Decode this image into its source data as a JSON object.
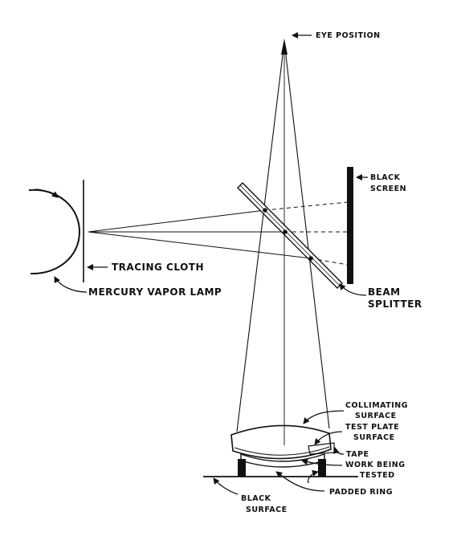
{
  "labels": {
    "eye_position": "EYE POSITION",
    "black_screen_1": "BLACK",
    "black_screen_2": "SCREEN",
    "tracing_cloth": "TRACING CLOTH",
    "mercury_vapor_lamp": "MERCURY VAPOR LAMP",
    "beam_splitter_1": "BEAM",
    "beam_splitter_2": "SPLITTER",
    "collimating_1": "COLLIMATING",
    "collimating_2": "SURFACE",
    "test_plate_1": "TEST PLATE",
    "test_plate_2": "SURFACE",
    "tape": "TAPE",
    "work_being_tested_1": "WORK BEING",
    "work_being_tested_2": "TESTED",
    "padded_ring": "PADDED RING",
    "black_surface_1": "BLACK",
    "black_surface_2": "SURFACE"
  },
  "colors": {
    "ink": "#111111",
    "paper": "#ffffff"
  }
}
